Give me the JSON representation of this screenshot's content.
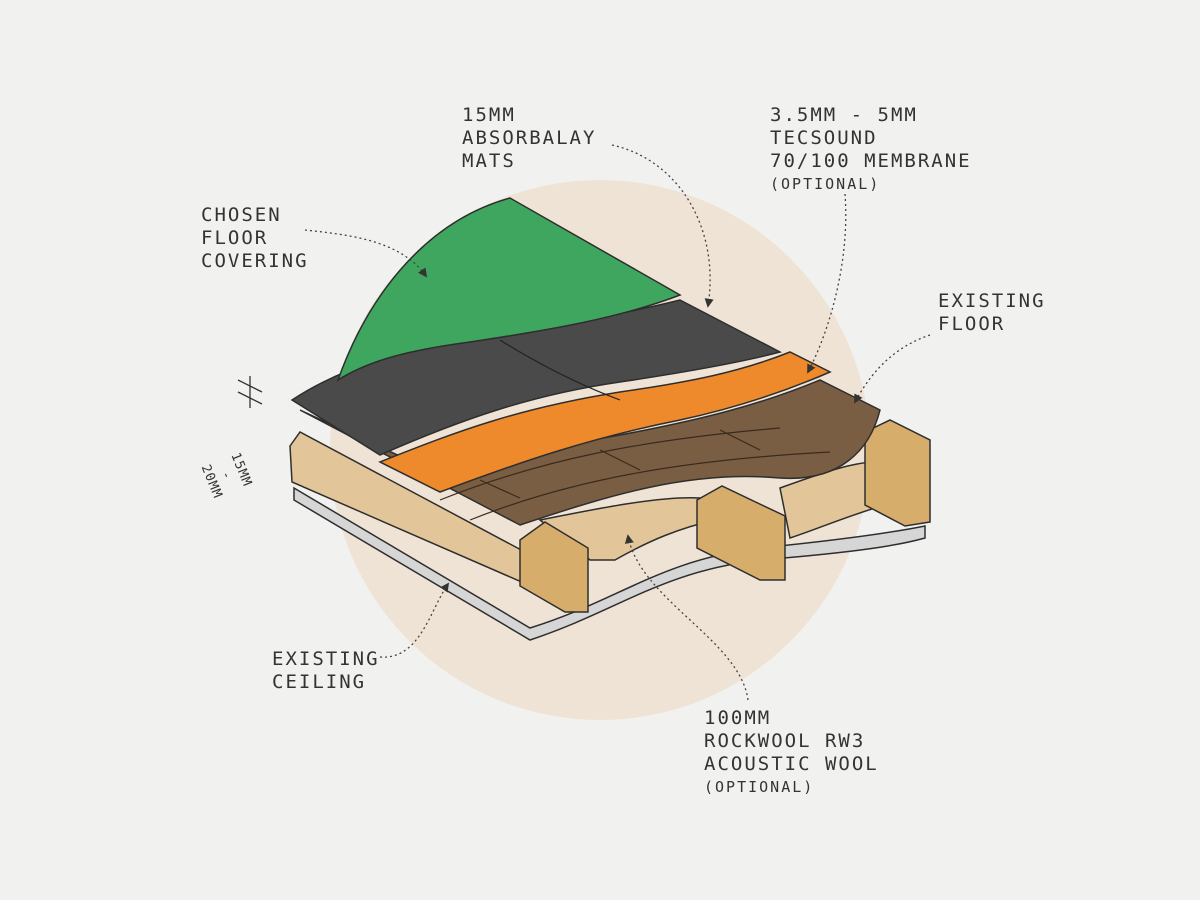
{
  "labels": {
    "floor_covering": [
      "CHOSEN",
      "FLOOR",
      "COVERING"
    ],
    "absorbalay": [
      "15MM",
      "ABSORBALAY",
      "MATS"
    ],
    "tecsound": [
      "3.5MM - 5MM",
      "TECSOUND",
      "70/100 MEMBRANE",
      "(OPTIONAL)"
    ],
    "existing_floor": [
      "EXISTING",
      "FLOOR"
    ],
    "existing_ceiling": [
      "EXISTING",
      "CEILING"
    ],
    "rockwool": [
      "100MM",
      "ROCKWOOL RW3",
      "ACOUSTIC WOOL",
      "(OPTIONAL)"
    ],
    "dimension": [
      "15MM",
      "-",
      "20MM"
    ]
  },
  "colors": {
    "background": "#f1f1ef",
    "backdrop_circle": "#efe3d6",
    "floor_covering": "#3fa65f",
    "absorbalay_mat": "#4a4a4a",
    "tecsound_membrane": "#ee8a2c",
    "floorboards": "#7a5e44",
    "joists": "#d7ad6c",
    "insulation": "#e2c699",
    "ceiling": "#d6d6d6",
    "outline": "#2e2e2e"
  }
}
